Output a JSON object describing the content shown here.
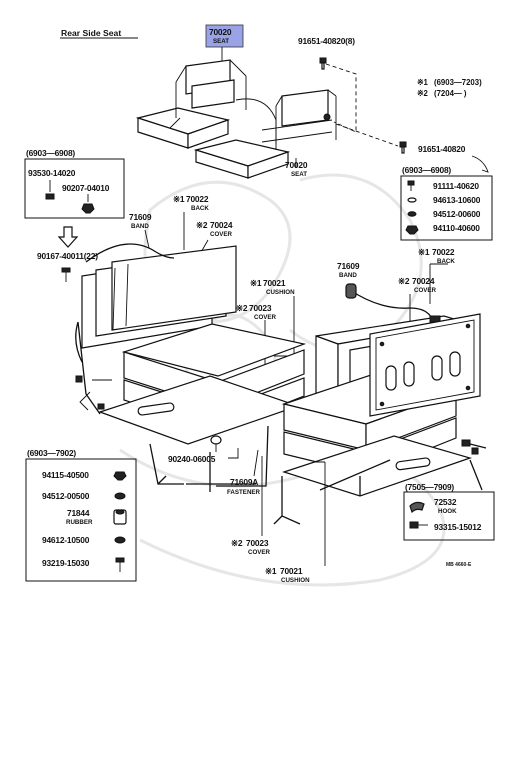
{
  "title": "Rear Side Seat",
  "highlight": {
    "part": "70020",
    "label": "SEAT",
    "color": "#9aa3e6"
  },
  "notes": [
    {
      "mark": "※1",
      "range": "(6903—7203)"
    },
    {
      "mark": "※2",
      "range": "(7204—      )"
    }
  ],
  "callouts": {
    "seat_lower": {
      "part": "70020",
      "label": "SEAT"
    },
    "bolt_top": {
      "part": "91651-40820(8)"
    },
    "bolt_mid": {
      "part": "91651-40820"
    },
    "band_left": {
      "part": "71609",
      "label": "BAND"
    },
    "back_left": {
      "mark": "※1",
      "part": "70022",
      "label": "BACK"
    },
    "cover_left": {
      "mark": "※2",
      "part": "70024",
      "label": "COVER"
    },
    "cushion_left": {
      "mark": "※1",
      "part": "70021",
      "label": "CUSHION"
    },
    "cover_cushion_left": {
      "mark": "※2",
      "part": "70023",
      "label": "COVER"
    },
    "screw_left": {
      "part": "90167-40011(22)"
    },
    "band_right": {
      "part": "71609",
      "label": "BAND"
    },
    "back_right": {
      "mark": "※1",
      "part": "70022",
      "label": "BACK"
    },
    "cover_right": {
      "mark": "※2",
      "part": "70024",
      "label": "COVER"
    },
    "clip": {
      "part": "90240-06005"
    },
    "fastener": {
      "part": "71609A",
      "label": "FASTENER"
    },
    "cover_bottom": {
      "mark": "※2",
      "part": "70023",
      "label": "COVER"
    },
    "cushion_bottom": {
      "mark": "※1",
      "part": "70021",
      "label": "CUSHION"
    }
  },
  "boxes": {
    "box_a": {
      "range": "(6903—6908)",
      "parts": [
        {
          "part": "93530-14020"
        },
        {
          "part": "90207-04010"
        }
      ]
    },
    "box_b": {
      "range": "(6903—6908)",
      "parts": [
        {
          "part": "91111-40620"
        },
        {
          "part": "94613-10600"
        },
        {
          "part": "94512-00600"
        },
        {
          "part": "94110-40600"
        }
      ]
    },
    "box_c": {
      "range": "(6903—7902)",
      "parts": [
        {
          "part": "94115-40500"
        },
        {
          "part": "94512-00500"
        },
        {
          "part": "71844",
          "label": "RUBBER"
        },
        {
          "part": "94612-10500"
        },
        {
          "part": "93219-15030"
        }
      ]
    },
    "box_d": {
      "range": "(7505—7909)",
      "parts": [
        {
          "part": "72532",
          "label": "HOOK"
        },
        {
          "part": "93315-15012"
        }
      ]
    }
  },
  "ref_code": "MB 4660-E"
}
